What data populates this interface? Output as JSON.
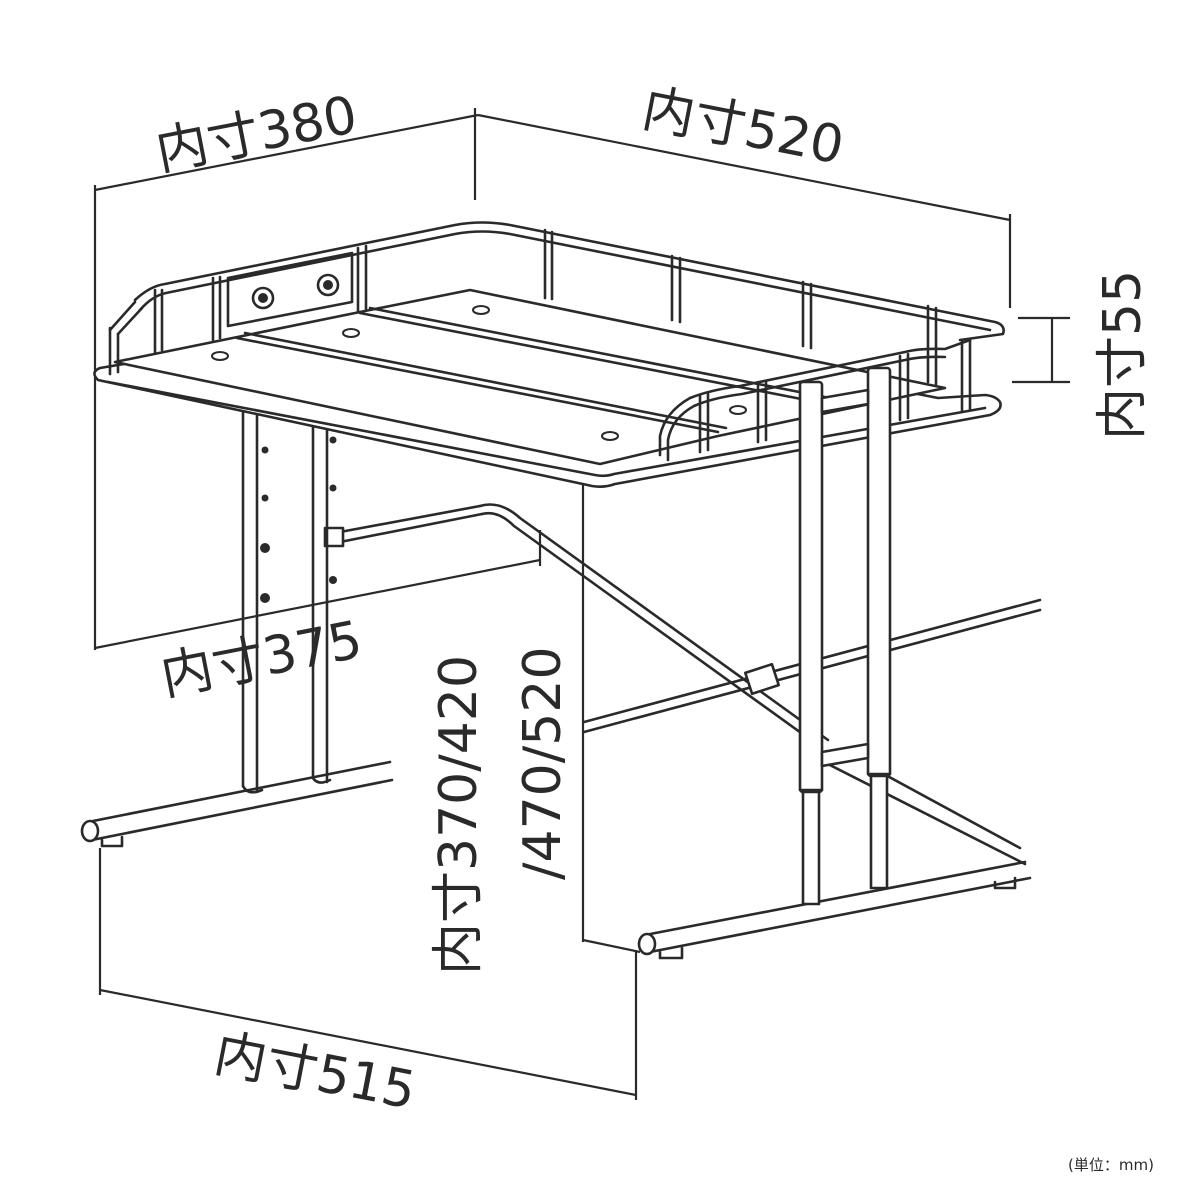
{
  "dimensions": {
    "inner_depth_top": "内寸380",
    "inner_width_top": "内寸520",
    "inner_rail_height": "内寸55",
    "inner_depth_bottom": "内寸375",
    "inner_height_line1": "内寸370/420",
    "inner_height_line2": "/470/520",
    "inner_width_bottom": "内寸515"
  },
  "unit_note": "(単位：mm)"
}
